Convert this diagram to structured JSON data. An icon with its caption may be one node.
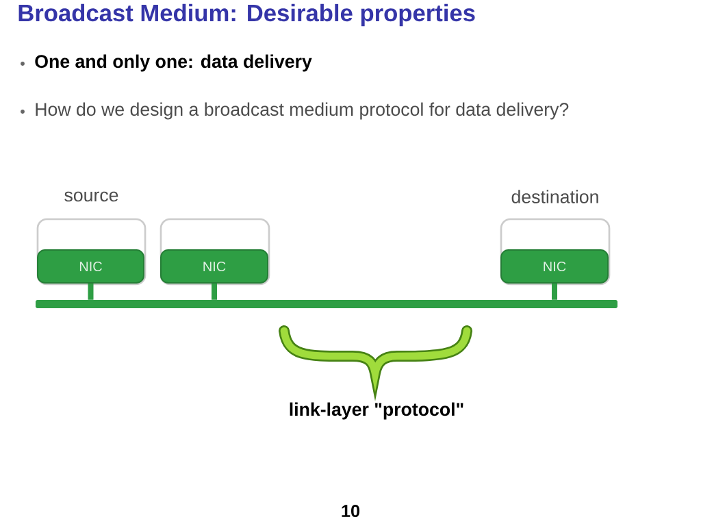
{
  "diagram": {
    "title": "Broadcast Medium: Desirable properties",
    "nodes": [
      {
        "text": [],
        "shape": "box",
        "beside": [
          "source"
        ]
      },
      {
        "text": [
          "NIC"
        ],
        "in": 0
      },
      {
        "text": [],
        "shape": "box"
      },
      {
        "text": [
          "NIC"
        ],
        "in": 2
      },
      {
        "text": [],
        "shape": "box",
        "beside": [
          "destination"
        ]
      },
      {
        "text": [
          "NIC"
        ],
        "in": 4
      },
      {
        "text": [],
        "shape": "bar"
      }
    ],
    "edges": [
      {
        "from": 1,
        "to": 6,
        "arrow": "none"
      },
      {
        "from": 3,
        "to": 6,
        "arrow": "none"
      },
      {
        "from": 5,
        "to": 6,
        "arrow": "none"
      }
    ],
    "labels": [
      "One and only one: data delivery",
      "How do we design a broadcast medium protocol for data delivery?",
      "link-layer \"protocol\"",
      "10"
    ]
  }
}
